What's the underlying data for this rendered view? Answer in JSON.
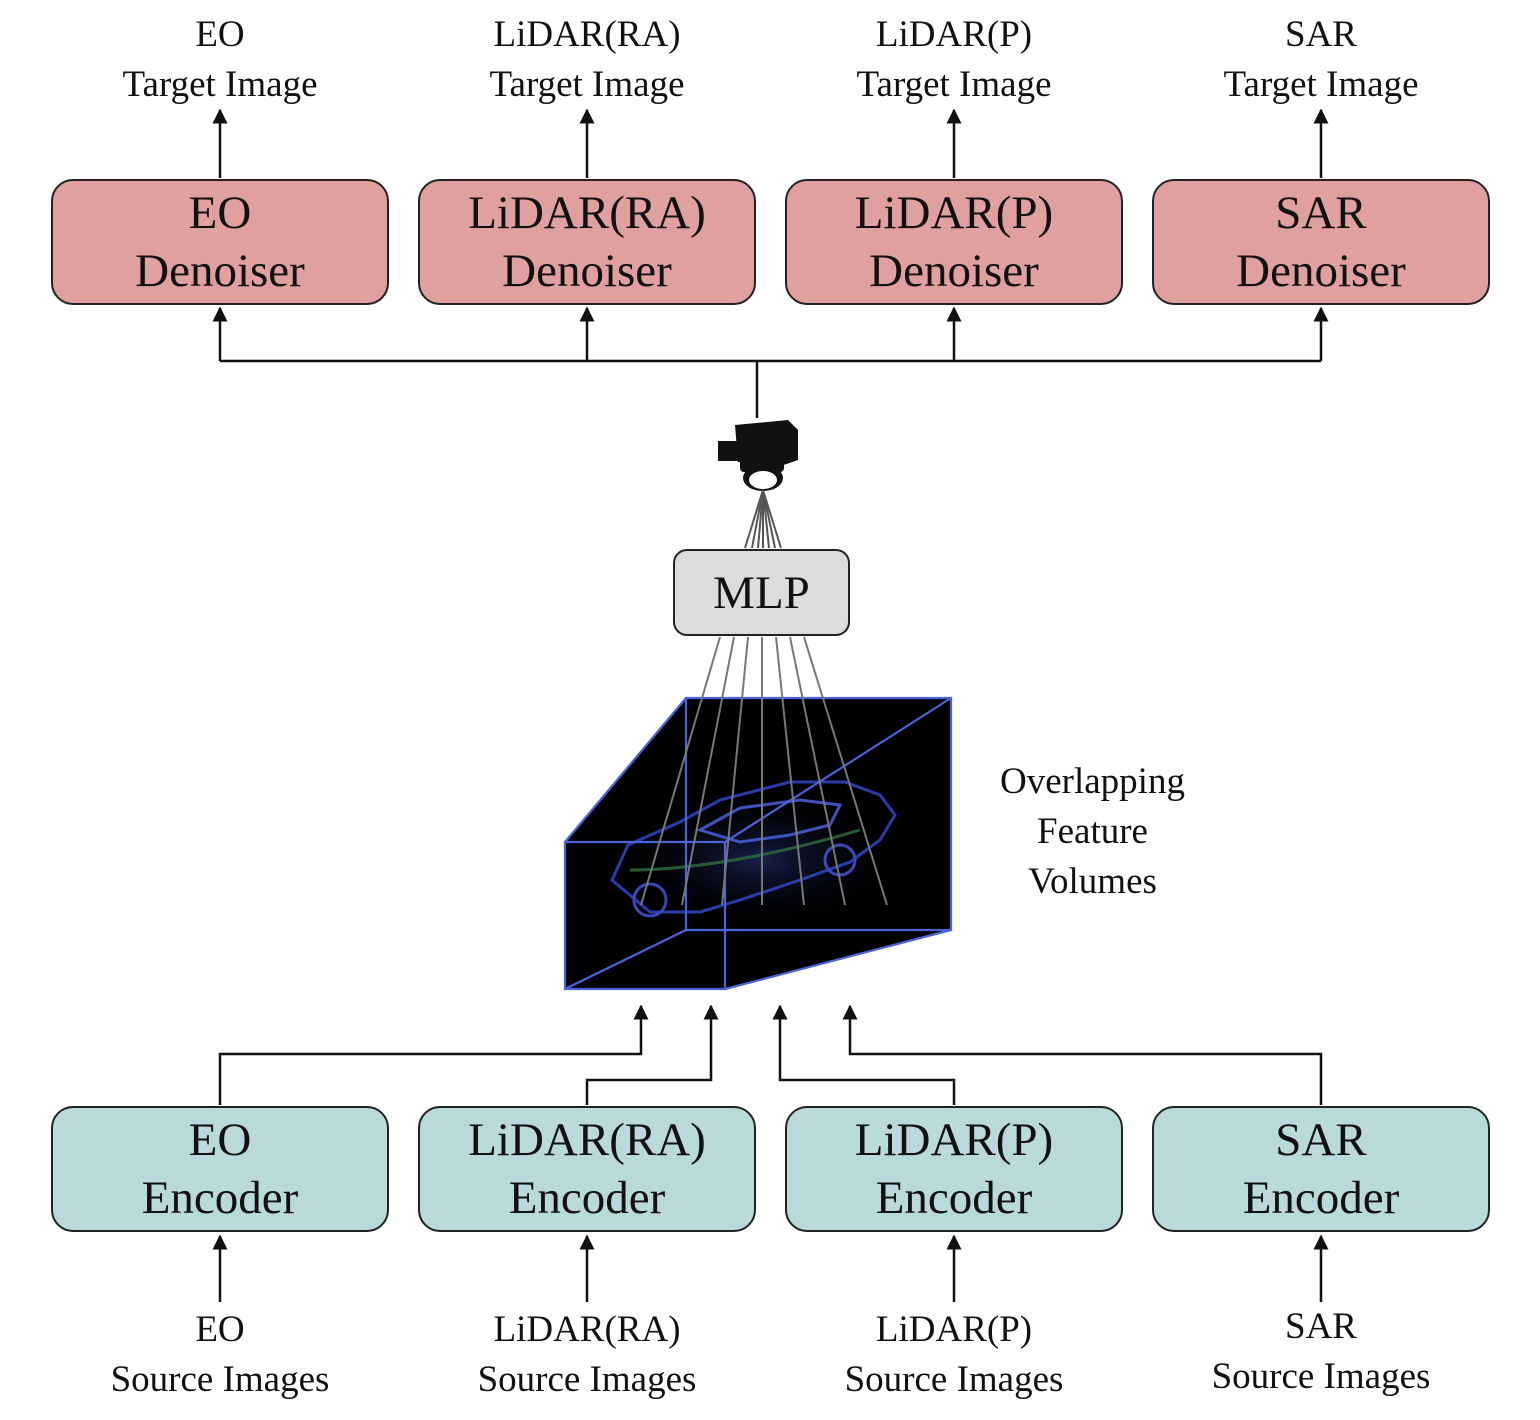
{
  "modalities": [
    {
      "top_label": [
        "EO",
        "Target Image"
      ],
      "denoiser": [
        "EO",
        "Denoiser"
      ],
      "encoder": [
        "EO",
        "Encoder"
      ],
      "bottom_label": [
        "EO",
        "Source Images"
      ]
    },
    {
      "top_label": [
        "LiDAR(RA)",
        "Target Image"
      ],
      "denoiser": [
        "LiDAR(RA)",
        "Denoiser"
      ],
      "encoder": [
        "LiDAR(RA)",
        "Encoder"
      ],
      "bottom_label": [
        "LiDAR(RA)",
        "Source Images"
      ]
    },
    {
      "top_label": [
        "LiDAR(P)",
        "Target Image"
      ],
      "denoiser": [
        "LiDAR(P)",
        "Denoiser"
      ],
      "encoder": [
        "LiDAR(P)",
        "Encoder"
      ],
      "bottom_label": [
        "LiDAR(P)",
        "Source Images"
      ]
    },
    {
      "top_label": [
        "SAR",
        "Target Image"
      ],
      "denoiser": [
        "SAR",
        "Denoiser"
      ],
      "encoder": [
        "SAR",
        "Encoder"
      ],
      "bottom_label": [
        "SAR",
        "Source Images"
      ]
    }
  ],
  "mlp_label": "MLP",
  "volume_label": [
    "Overlapping",
    "Feature",
    "Volumes"
  ],
  "icons": {
    "camera": "camera-icon"
  },
  "colors": {
    "denoiser_fill": "#e0a09f",
    "encoder_fill": "#b9d9da",
    "mlp_fill": "#dcdcdc",
    "volume_edge": "#4a63d8"
  }
}
